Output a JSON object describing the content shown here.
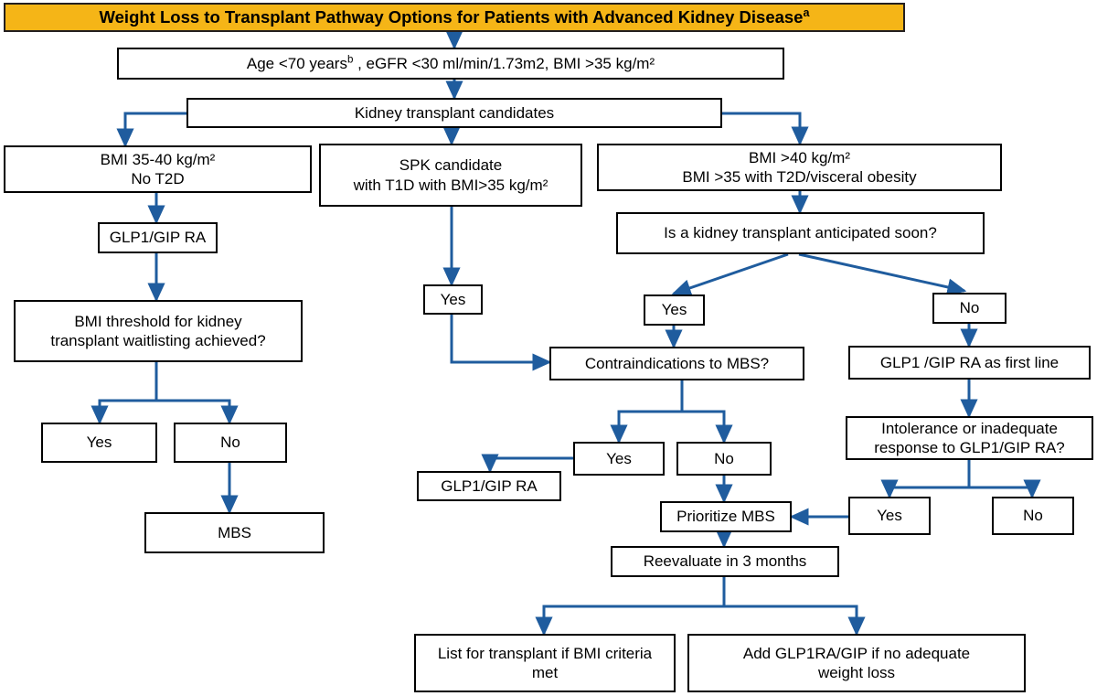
{
  "figure": {
    "title": "Weight Loss to Transplant Pathway Options for Patients with Advanced Kidney Disease",
    "title_superscript": "a",
    "accent_color": "#F5B517",
    "connector_color": "#1F5C9E",
    "border_color": "#000000",
    "background": "#FFFFFF"
  },
  "nodes": {
    "title_banner": "Weight Loss to Transplant Pathway Options for Patients with Advanced Kidney Disease",
    "criteria": {
      "part1": "Age <70 years",
      "superscript": "b",
      "part2": " , eGFR <30 ml/min/1.73m2, BMI >35 kg/m²"
    },
    "candidates": "Kidney transplant candidates",
    "branch_left": {
      "line1": "BMI 35-40 kg/m²",
      "line2": "No T2D"
    },
    "branch_middle": {
      "line1": "SPK candidate",
      "line2": "with T1D with BMI>35 kg/m²"
    },
    "branch_right": {
      "line1": "BMI >40 kg/m²",
      "line2": "BMI >35 with T2D/visceral obesity"
    },
    "left_glp1": "GLP1/GIP RA",
    "left_threshold": {
      "line1": "BMI threshold for kidney",
      "line2": "transplant waitlisting achieved?"
    },
    "left_yes": "Yes",
    "left_no": "No",
    "left_mbs": "MBS",
    "mid_yes": "Yes",
    "anticipated": "Is a kidney transplant anticipated soon?",
    "anticipated_yes": "Yes",
    "anticipated_no": "No",
    "contraindications": "Contraindications to MBS?",
    "contra_yes": "Yes",
    "contra_no": "No",
    "contra_glp1": "GLP1/GIP RA",
    "glp1_first_line": "GLP1 /GIP RA as first line",
    "intolerance": {
      "line1": "Intolerance or inadequate",
      "line2": "response to GLP1/GIP RA?"
    },
    "intolerance_yes": "Yes",
    "intolerance_no": "No",
    "prioritize_mbs": "Prioritize MBS",
    "reevaluate": "Reevaluate in 3 months",
    "list_transplant": {
      "line1": "List for transplant if BMI criteria",
      "line2": "met"
    },
    "add_glp1": {
      "line1": "Add GLP1RA/GIP if no adequate",
      "line2": "weight loss"
    }
  }
}
